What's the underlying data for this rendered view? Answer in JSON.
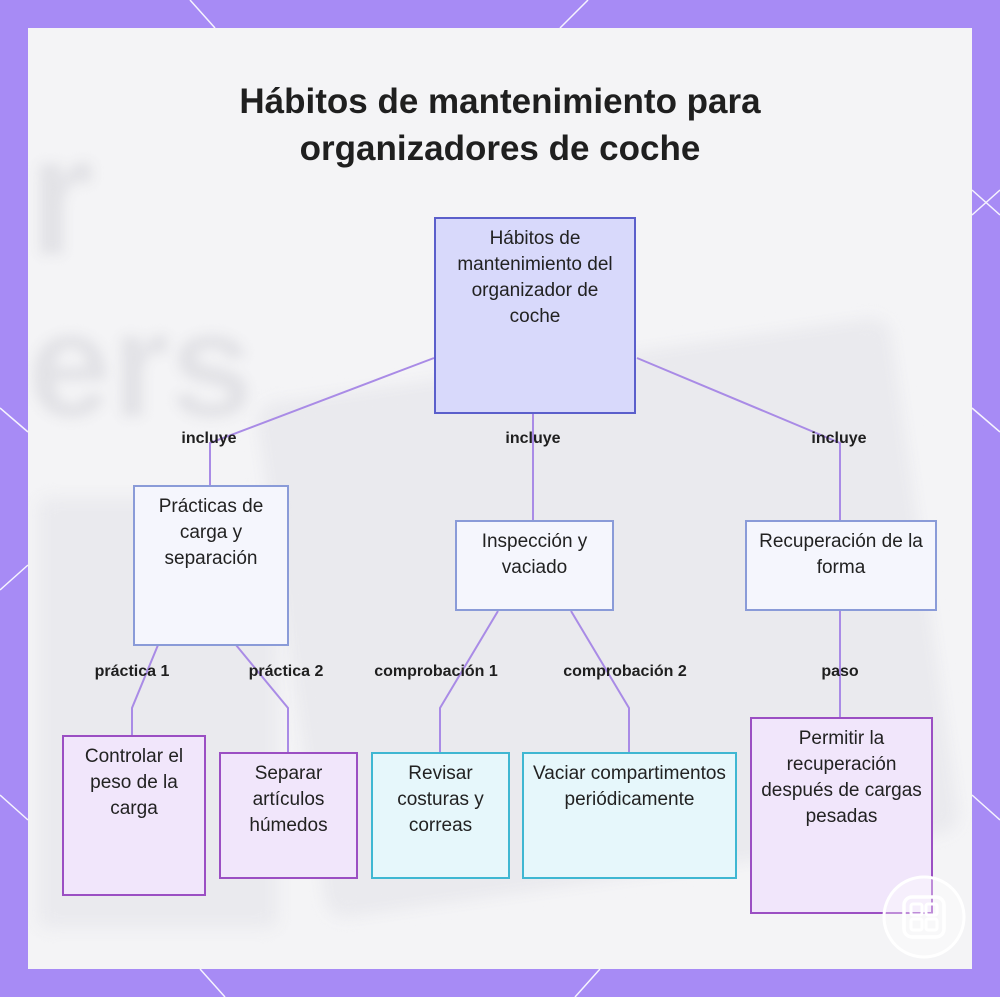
{
  "title_line1": "Hábitos de mantenimiento para",
  "title_line2": "organizadores de coche",
  "nodes": {
    "root": "Hábitos de mantenimiento del organizador de coche",
    "practicas": "Prácticas de carga y separación",
    "inspeccion": "Inspección y vaciado",
    "recuperacion": "Recuperación de la forma",
    "controlar": "Controlar el peso de la carga",
    "separar": "Separar artículos húmedos",
    "revisar": "Revisar costuras y correas",
    "vaciar": "Vaciar compartimentos periódicamente",
    "permitir": "Permitir la recuperación después de cargas pesadas"
  },
  "edges": {
    "incluye_1": "incluye",
    "incluye_2": "incluye",
    "incluye_3": "incluye",
    "practica_1": "práctica 1",
    "practica_2": "práctica 2",
    "comprobacion_1": "comprobación 1",
    "comprobacion_2": "comprobación 2",
    "paso": "paso"
  },
  "colors": {
    "frame": "#a78bf5",
    "link": "#a98be6",
    "root_fill": "#d8d9fb",
    "root_border": "#5b5fcb",
    "level1_border": "#8a9bd8",
    "practice_border": "#9b4fc3",
    "check_border": "#3fb7d2"
  }
}
